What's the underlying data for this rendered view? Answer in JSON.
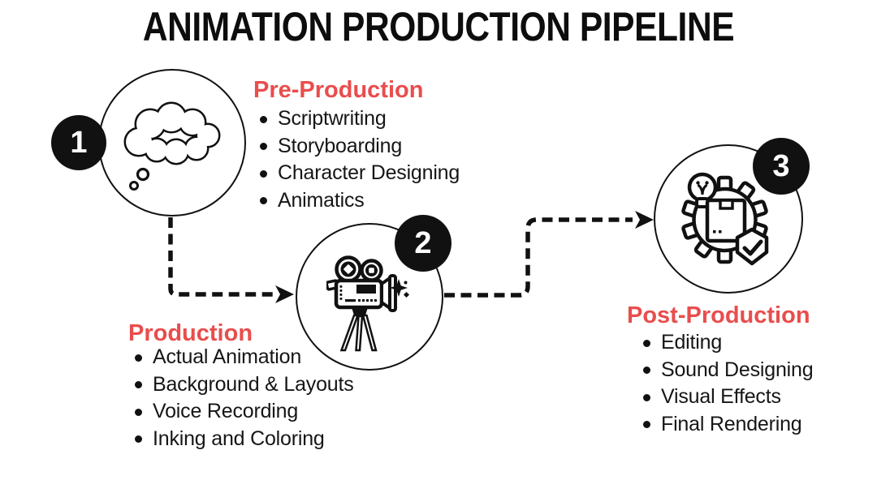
{
  "title": "ANIMATION PRODUCTION PIPELINE",
  "colors": {
    "accent_red": "#E94D4D",
    "ink_black": "#111111",
    "background": "#FFFFFF"
  },
  "stages": [
    {
      "number": "1",
      "heading": "Pre-Production",
      "icon": "thought-cloud-icon",
      "items": [
        "Scriptwriting",
        "Storyboarding",
        "Character Designing",
        "Animatics"
      ]
    },
    {
      "number": "2",
      "heading": "Production",
      "icon": "film-camera-icon",
      "items": [
        "Actual Animation",
        "Background & Layouts",
        "Voice Recording",
        "Inking and Coloring"
      ]
    },
    {
      "number": "3",
      "heading": "Post-Production",
      "icon": "gear-package-check-icon",
      "items": [
        "Editing",
        "Sound Designing",
        "Visual Effects",
        "Final Rendering"
      ]
    }
  ]
}
